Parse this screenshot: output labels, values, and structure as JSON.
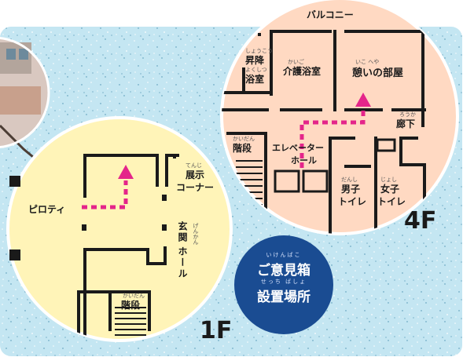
{
  "colors": {
    "background_blue": "#c4e6f2",
    "floor_1f": "#fff4b8",
    "floor_4f": "#ffd9c2",
    "route_arrow": "#e4258a",
    "badge": "#1a4c92"
  },
  "floor_4f": {
    "floor_label": "4F",
    "balcony": "バルコニー",
    "lift_bath": "昇降",
    "lift_bath_2": "浴室",
    "care_bath": "介護浴室",
    "lounge": "憩いの部屋",
    "corridor": "廊下",
    "stairs": "階段",
    "elevator_hall_1": "エレベーター",
    "elevator_hall_2": "ホール",
    "mens_toilet_1": "男子",
    "mens_toilet_2": "トイレ",
    "womens_toilet_1": "女子",
    "womens_toilet_2": "トイレ",
    "ruby_lift": "しょうこう",
    "ruby_bath": "よくしつ",
    "ruby_care": "かいご",
    "ruby_lounge": "いこ へや",
    "ruby_corridor": "ろうか",
    "ruby_stairs": "かいだん",
    "ruby_men": "だんし",
    "ruby_women": "じょし"
  },
  "floor_1f": {
    "floor_label": "1F",
    "piloti": "ピロティ",
    "exhibit_1": "展示",
    "exhibit_2": "コーナー",
    "entrance_hall_1": "玄関",
    "entrance_hall_2": "ホール",
    "stairs": "階段",
    "ruby_exhibit": "てんじ",
    "ruby_entrance": "げんかん",
    "ruby_stairs": "かいだん"
  },
  "suggestion_box": {
    "line1": "ご意見箱",
    "line2": "設置場所",
    "ruby1": "いけんばこ",
    "ruby2": "せっち ばしょ"
  }
}
